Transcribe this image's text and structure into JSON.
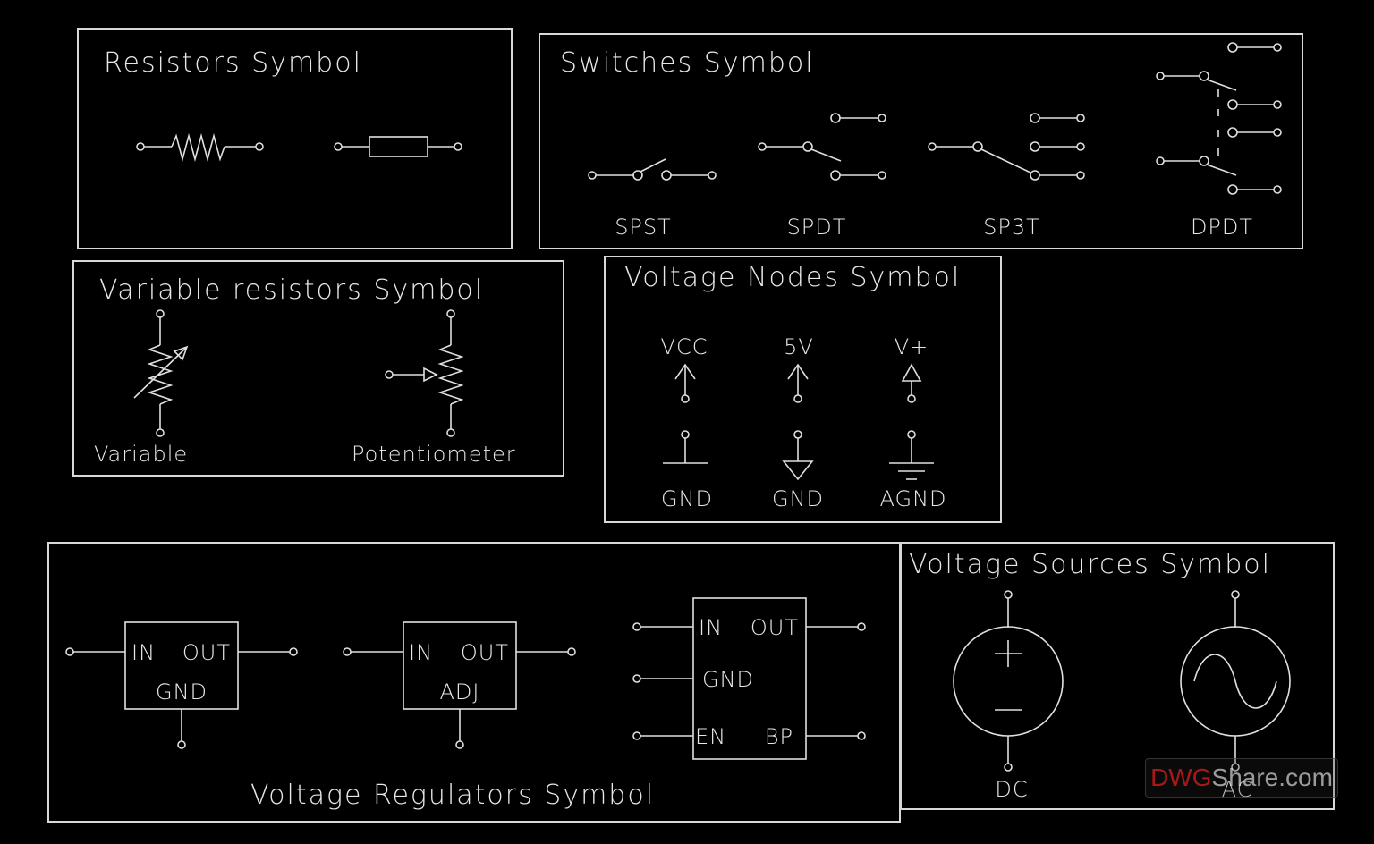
{
  "panels": {
    "resistors": {
      "title": "Resistors Symbol"
    },
    "switches": {
      "title": "Switches Symbol",
      "labels": {
        "spst": "SPST",
        "spdt": "SPDT",
        "sp3t": "SP3T",
        "dpdt": "DPDT"
      }
    },
    "variable_resistors": {
      "title": "Variable resistors Symbol",
      "labels": {
        "variable": "Variable",
        "potentiometer": "Potentiometer"
      }
    },
    "voltage_nodes": {
      "title": "Voltage Nodes Symbol",
      "top_labels": {
        "vcc": "VCC",
        "five_v": "5V",
        "v_plus": "V+"
      },
      "bottom_labels": {
        "gnd_1": "GND",
        "gnd_2": "GND",
        "agnd": "AGND"
      }
    },
    "voltage_regulators": {
      "title": "Voltage Regulators Symbol",
      "reg1": {
        "in": "IN",
        "out": "OUT",
        "bottom": "GND"
      },
      "reg2": {
        "in": "IN",
        "out": "OUT",
        "bottom": "ADJ"
      },
      "reg3": {
        "in": "IN",
        "out": "OUT",
        "gnd": "GND",
        "en": "EN",
        "bp": "BP"
      }
    },
    "voltage_sources": {
      "title": "Voltage Sources Symbol",
      "labels": {
        "dc": "DC",
        "ac": "AC"
      }
    }
  },
  "watermark": {
    "prefix": "DWG",
    "rest": "Share.com"
  },
  "colors": {
    "background": "#000000",
    "line": "#e0e0e0",
    "watermark_accent": "#e02020"
  }
}
